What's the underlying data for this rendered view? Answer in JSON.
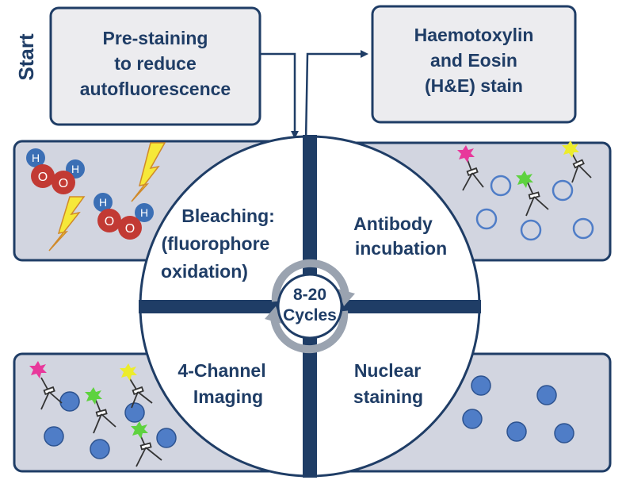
{
  "start_label": "Start",
  "boxes": {
    "prestain": [
      "Pre-staining",
      "to reduce",
      "autofluorescence"
    ],
    "he": [
      "Haemotoxylin",
      "and Eosin",
      "(H&E) stain"
    ]
  },
  "quadrants": {
    "bleaching": [
      "Bleaching:",
      "(fluorophore",
      "oxidation)"
    ],
    "antibody": [
      "Antibody",
      "incubation"
    ],
    "imaging": [
      "4-Channel",
      "Imaging"
    ],
    "nuclear": [
      "Nuclear",
      "staining"
    ]
  },
  "center": [
    "8-20",
    "Cycles"
  ],
  "molecule_letters": {
    "h": "H",
    "o": "O"
  },
  "colors": {
    "navy": "#1f3d66",
    "panel": "#d2d5e0",
    "box_fill": "#ececef",
    "nucleus": "#4f7dc7",
    "oxygen": "#c23a34",
    "hydrogen": "#3b6fb5",
    "lightning": "#f6e839",
    "tag_magenta": "#e8389b",
    "tag_yellow": "#ecec2c",
    "tag_green": "#5ed23f",
    "cycle_arrow": "#9aa3b0"
  },
  "icons": [
    "lightning-bolt-icon",
    "hydrogen-peroxide-molecule-icon",
    "antibody-icon",
    "fluorophore-star-icon",
    "cell-nucleus-icon",
    "cycle-arrow-icon"
  ]
}
